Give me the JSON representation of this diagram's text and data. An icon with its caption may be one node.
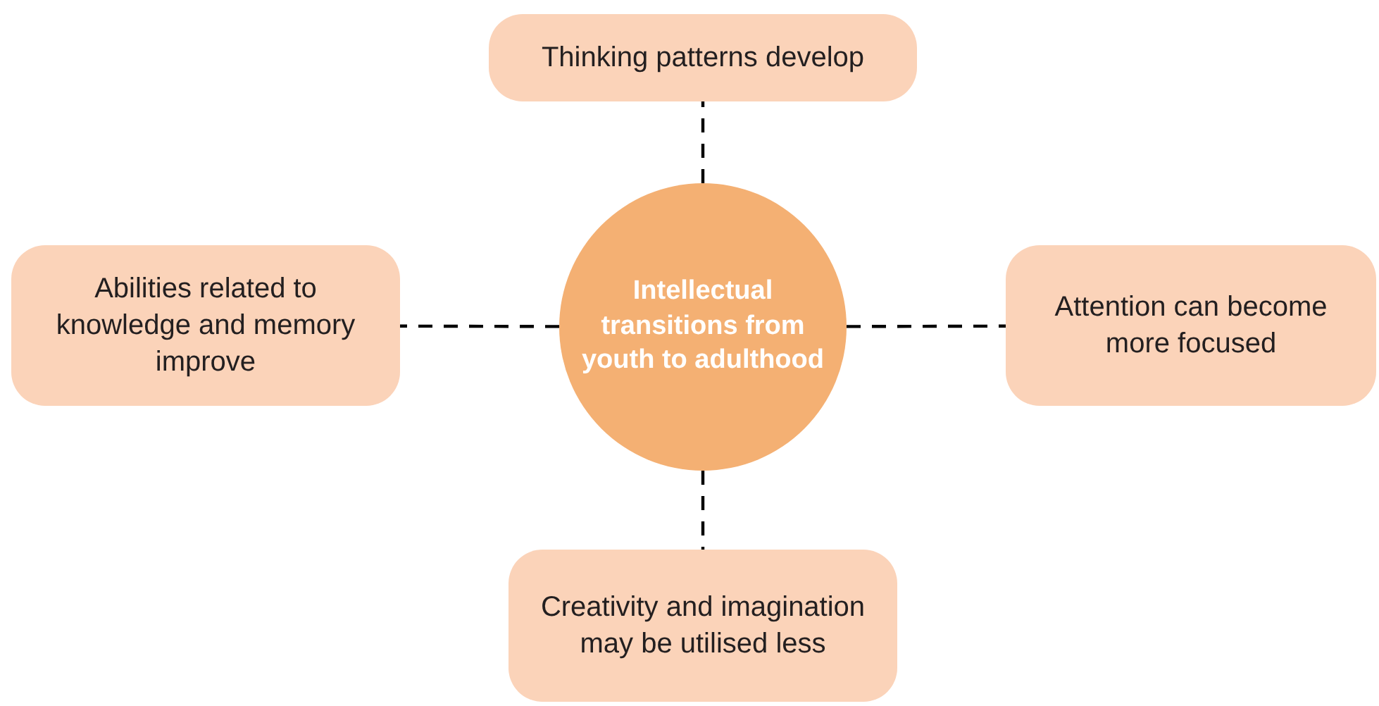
{
  "diagram": {
    "nodes": [
      {
        "text": [
          "Thinking patterns develop"
        ]
      },
      {
        "text": [
          "Abilities related to knowledge and memory improve"
        ]
      },
      {
        "text": [
          "Intellectual transitions from youth to adulthood"
        ]
      },
      {
        "text": [
          "Attention can become more focused"
        ]
      },
      {
        "text": [
          "Creativity and imagination may be utilised less"
        ]
      }
    ],
    "edges": [
      {
        "from": 2,
        "to": 0,
        "arrow": "none",
        "style": "dashed"
      },
      {
        "from": 2,
        "to": 1,
        "arrow": "none",
        "style": "dashed"
      },
      {
        "from": 2,
        "to": 3,
        "arrow": "none",
        "style": "dashed"
      },
      {
        "from": 2,
        "to": 4,
        "arrow": "none",
        "style": "dashed"
      }
    ]
  }
}
